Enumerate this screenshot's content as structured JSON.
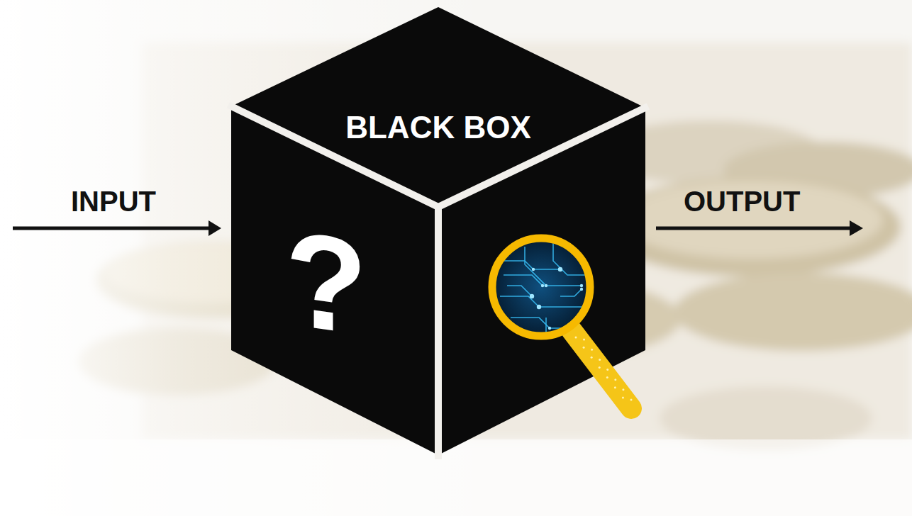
{
  "diagram": {
    "nodes": [
      {
        "text": [
          "BLACK BOX",
          "?"
        ]
      }
    ],
    "labels": [
      "INPUT",
      "OUTPUT"
    ]
  }
}
